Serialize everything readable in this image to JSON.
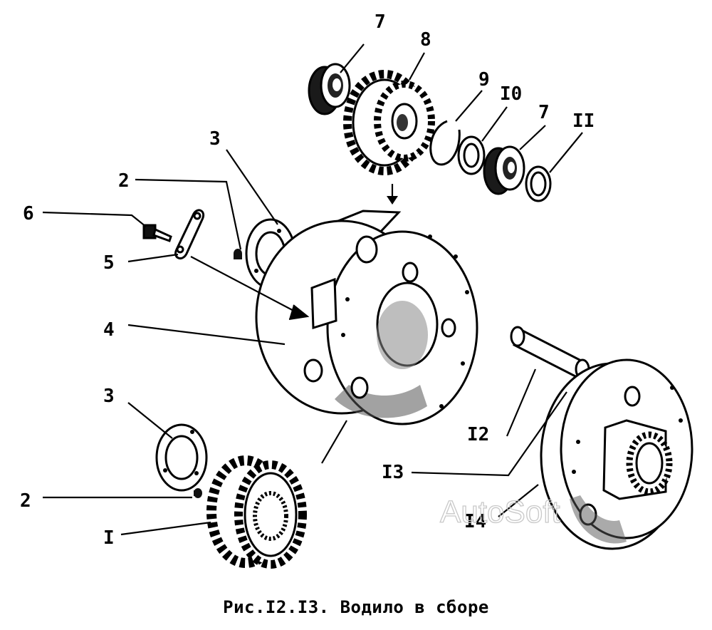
{
  "labels": {
    "part_1": "I",
    "part_2_top": "2",
    "part_2_bottom": "2",
    "part_3_top": "3",
    "part_3_bottom": "3",
    "part_4": "4",
    "part_5": "5",
    "part_6": "6",
    "part_7_top": "7",
    "part_7_right": "7",
    "part_8": "8",
    "part_9": "9",
    "part_10": "I0",
    "part_11": "II",
    "part_12": "I2",
    "part_13": "I3",
    "part_14": "I4"
  },
  "caption": "Рис.I2.I3. Водило в сборе",
  "watermark": "AutoSoft"
}
